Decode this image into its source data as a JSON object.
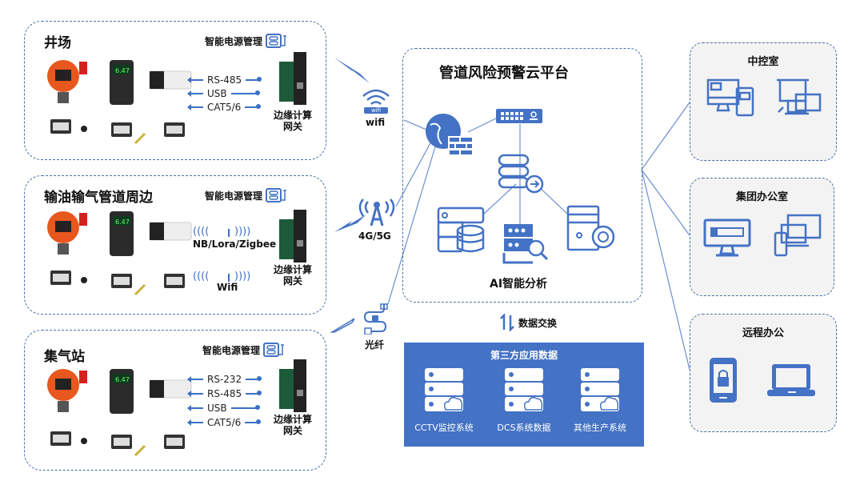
{
  "sites": [
    {
      "title": "井场",
      "power_label": "智能电源管理",
      "protocols": [
        "RS-485",
        "USB",
        "CAT5/6"
      ],
      "gateway_label_line1": "边缘计算",
      "gateway_label_line2": "网关"
    },
    {
      "title": "输油输气管道周边",
      "power_label": "智能电源管理",
      "wireless": [
        "NB/Lora/Zigbee",
        "Wifi"
      ],
      "gateway_label_line1": "边缘计算",
      "gateway_label_line2": "网关"
    },
    {
      "title": "集气站",
      "power_label": "智能电源管理",
      "protocols": [
        "RS-232",
        "RS-485",
        "USB",
        "CAT5/6"
      ],
      "gateway_label_line1": "边缘计算",
      "gateway_label_line2": "网关"
    }
  ],
  "links": {
    "wifi_badge": "wifi",
    "wifi_label": "wifi",
    "cellular_label": "4G/5G",
    "fiber_label": "光纤"
  },
  "cloud": {
    "title": "管道风险预警云平台",
    "ai_label": "AI智能分析"
  },
  "exchange_label": "数据交换",
  "third_party": {
    "title": "第三方应用数据",
    "items": [
      "CCTV监控系统",
      "DCS系统数据",
      "其他生产系统"
    ]
  },
  "rooms": [
    {
      "title": "中控室"
    },
    {
      "title": "集团办公室"
    },
    {
      "title": "远程办公"
    }
  ],
  "colors": {
    "accent": "#4472c4",
    "border": "#4a6fa5",
    "room_bg": "#f3f3f3"
  }
}
